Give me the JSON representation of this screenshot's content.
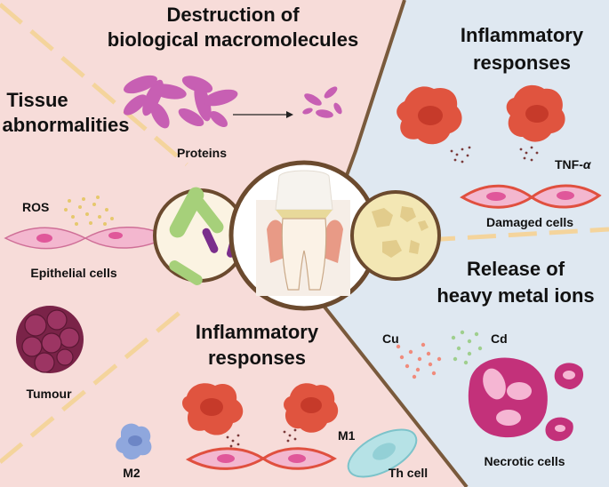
{
  "headings": {
    "top_line1": "Destruction of",
    "top_line2": "biological macromolecules",
    "left_line1": "Tissue",
    "left_line2": "abnormalities",
    "right_top_line1": "Inflammatory",
    "right_top_line2": "responses",
    "right_mid_line1": "Release of",
    "right_mid_line2": "heavy metal ions",
    "bottom_line1": "Inflammatory",
    "bottom_line2": "responses"
  },
  "labels": {
    "proteins": "Proteins",
    "ros": "ROS",
    "epithelial": "Epithelial cells",
    "tumour": "Tumour",
    "tnf": "TNF-",
    "tnf_symbol": "α",
    "damaged": "Damaged cells",
    "cu": "Cu",
    "cd": "Cd",
    "necrotic": "Necrotic cells",
    "m2": "M2",
    "m1": "M1",
    "th": "Th cell"
  },
  "colors": {
    "pink_region": "#f7dcd9",
    "blue_region": "#dfe8f1",
    "divider_brown": "#7a5a3c",
    "macrophage_red": "#e0543f",
    "epithelial_pink": "#f3b7cf",
    "bacteria_green": "#a6d07a",
    "bacteria_purple": "#7a2e8c",
    "protein_purple": "#c75fb3",
    "tumour_dark": "#7a2348",
    "necrotic_magenta": "#c3317a"
  }
}
